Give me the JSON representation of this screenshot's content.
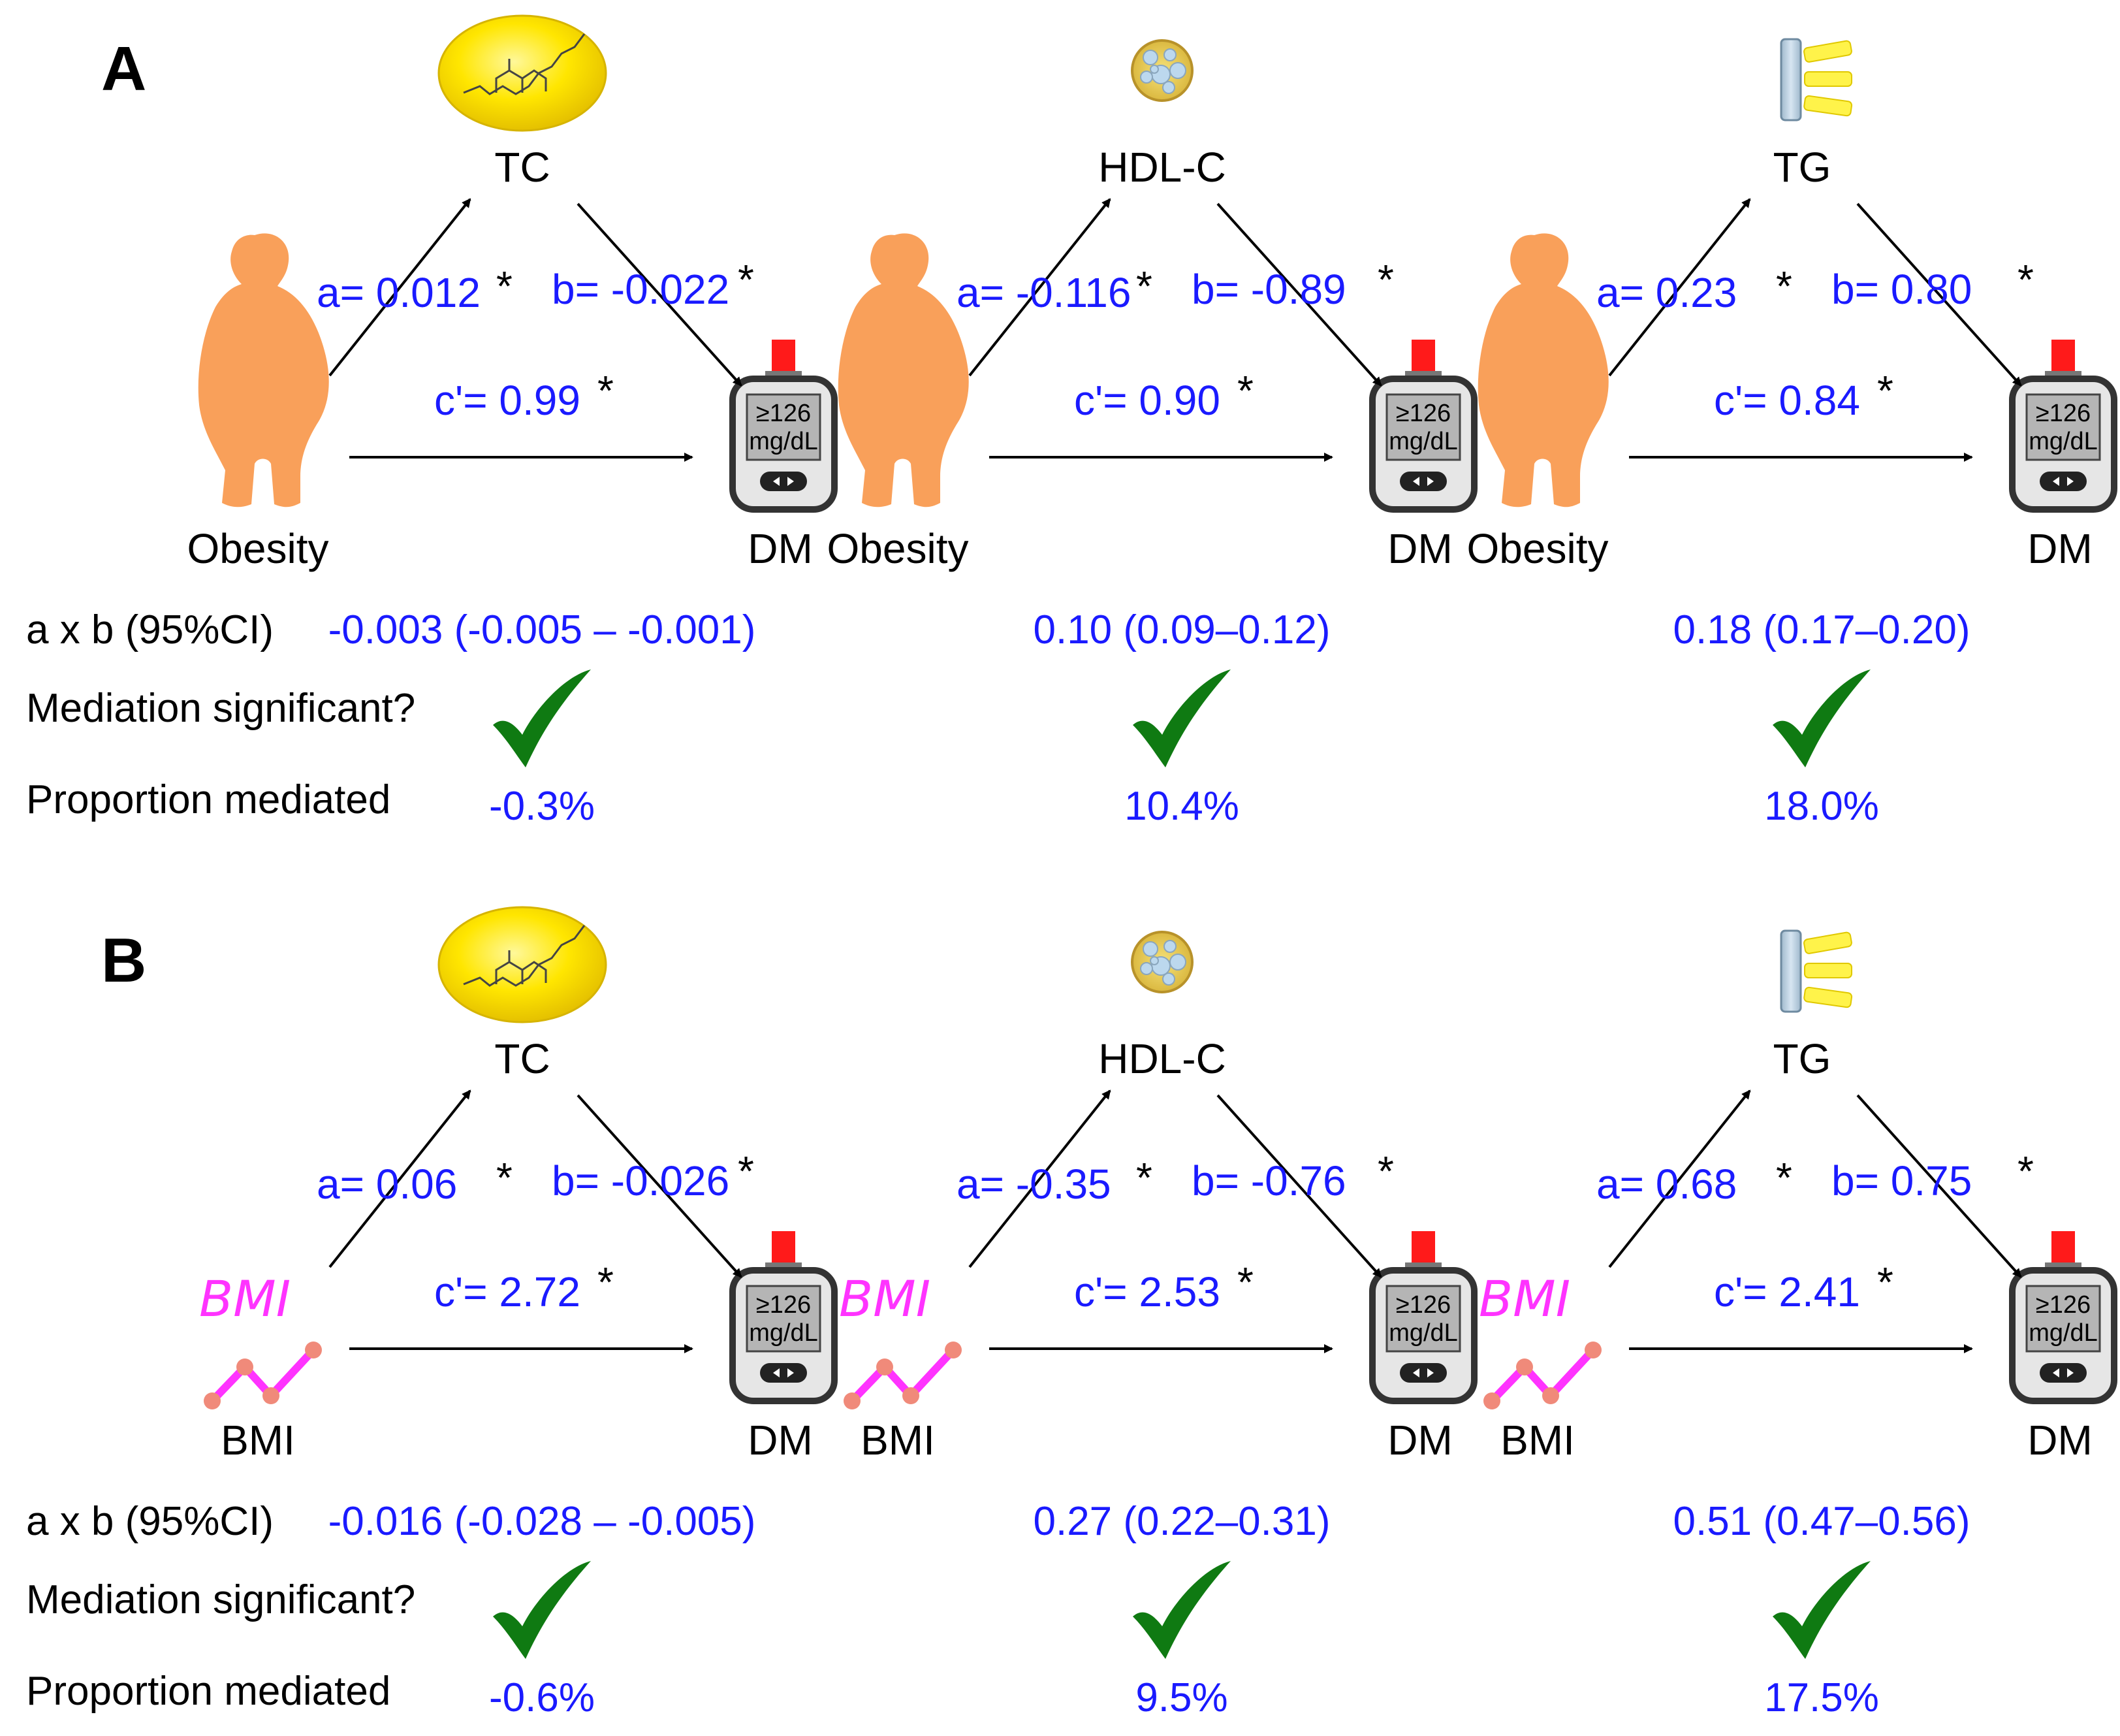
{
  "meter": {
    "reading": "≥126",
    "unit": "mg/dL"
  },
  "row_labels": {
    "ab_ci": "a x b (95%CI)",
    "significant": "Mediation significant?",
    "proportion": "Proportion mediated"
  },
  "colors": {
    "coef": "#1a1aff",
    "check": "#0f7a12",
    "obesity": "#f9a05a",
    "bmi": "#ff33ff",
    "meter_red": "#ff1a1a"
  },
  "panels": [
    {
      "letter": "A",
      "models": [
        {
          "exposure": "Obesity",
          "mediator": "TC",
          "outcome": "DM",
          "mediator_icon": "cholesterol-droplet-icon",
          "a": "a= 0.012",
          "b": "b= -0.022",
          "c": "c'= 0.99",
          "star": "*",
          "ab_ci": "-0.003 (-0.005 – -0.001)",
          "significant": true,
          "proportion": "-0.3%"
        },
        {
          "exposure": "Obesity",
          "mediator": "HDL-C",
          "outcome": "DM",
          "mediator_icon": "lipoprotein-particle-icon",
          "a": "a= -0.116",
          "b": "b= -0.89",
          "c": "c'= 0.90",
          "star": "*",
          "ab_ci": "0.10 (0.09–0.12)",
          "significant": true,
          "proportion": "10.4%"
        },
        {
          "exposure": "Obesity",
          "mediator": "TG",
          "outcome": "DM",
          "mediator_icon": "triglyceride-icon",
          "a": "a= 0.23",
          "b": "b= 0.80",
          "c": "c'= 0.84",
          "star": "*",
          "ab_ci": "0.18 (0.17–0.20)",
          "significant": true,
          "proportion": "18.0%"
        }
      ]
    },
    {
      "letter": "B",
      "models": [
        {
          "exposure": "BMI",
          "mediator": "TC",
          "outcome": "DM",
          "mediator_icon": "cholesterol-droplet-icon",
          "a": "a= 0.06",
          "b": "b= -0.026",
          "c": "c'= 2.72",
          "star": "*",
          "ab_ci": "-0.016 (-0.028 – -0.005)",
          "significant": true,
          "proportion": "-0.6%"
        },
        {
          "exposure": "BMI",
          "mediator": "HDL-C",
          "outcome": "DM",
          "mediator_icon": "lipoprotein-particle-icon",
          "a": "a= -0.35",
          "b": "b= -0.76",
          "c": "c'= 2.53",
          "star": "*",
          "ab_ci": "0.27 (0.22–0.31)",
          "significant": true,
          "proportion": "9.5%"
        },
        {
          "exposure": "BMI",
          "mediator": "TG",
          "outcome": "DM",
          "mediator_icon": "triglyceride-icon",
          "a": "a= 0.68",
          "b": "b= 0.75",
          "c": "c'= 2.41",
          "star": "*",
          "ab_ci": "0.51 (0.47–0.56)",
          "significant": true,
          "proportion": "17.5%"
        }
      ]
    }
  ]
}
